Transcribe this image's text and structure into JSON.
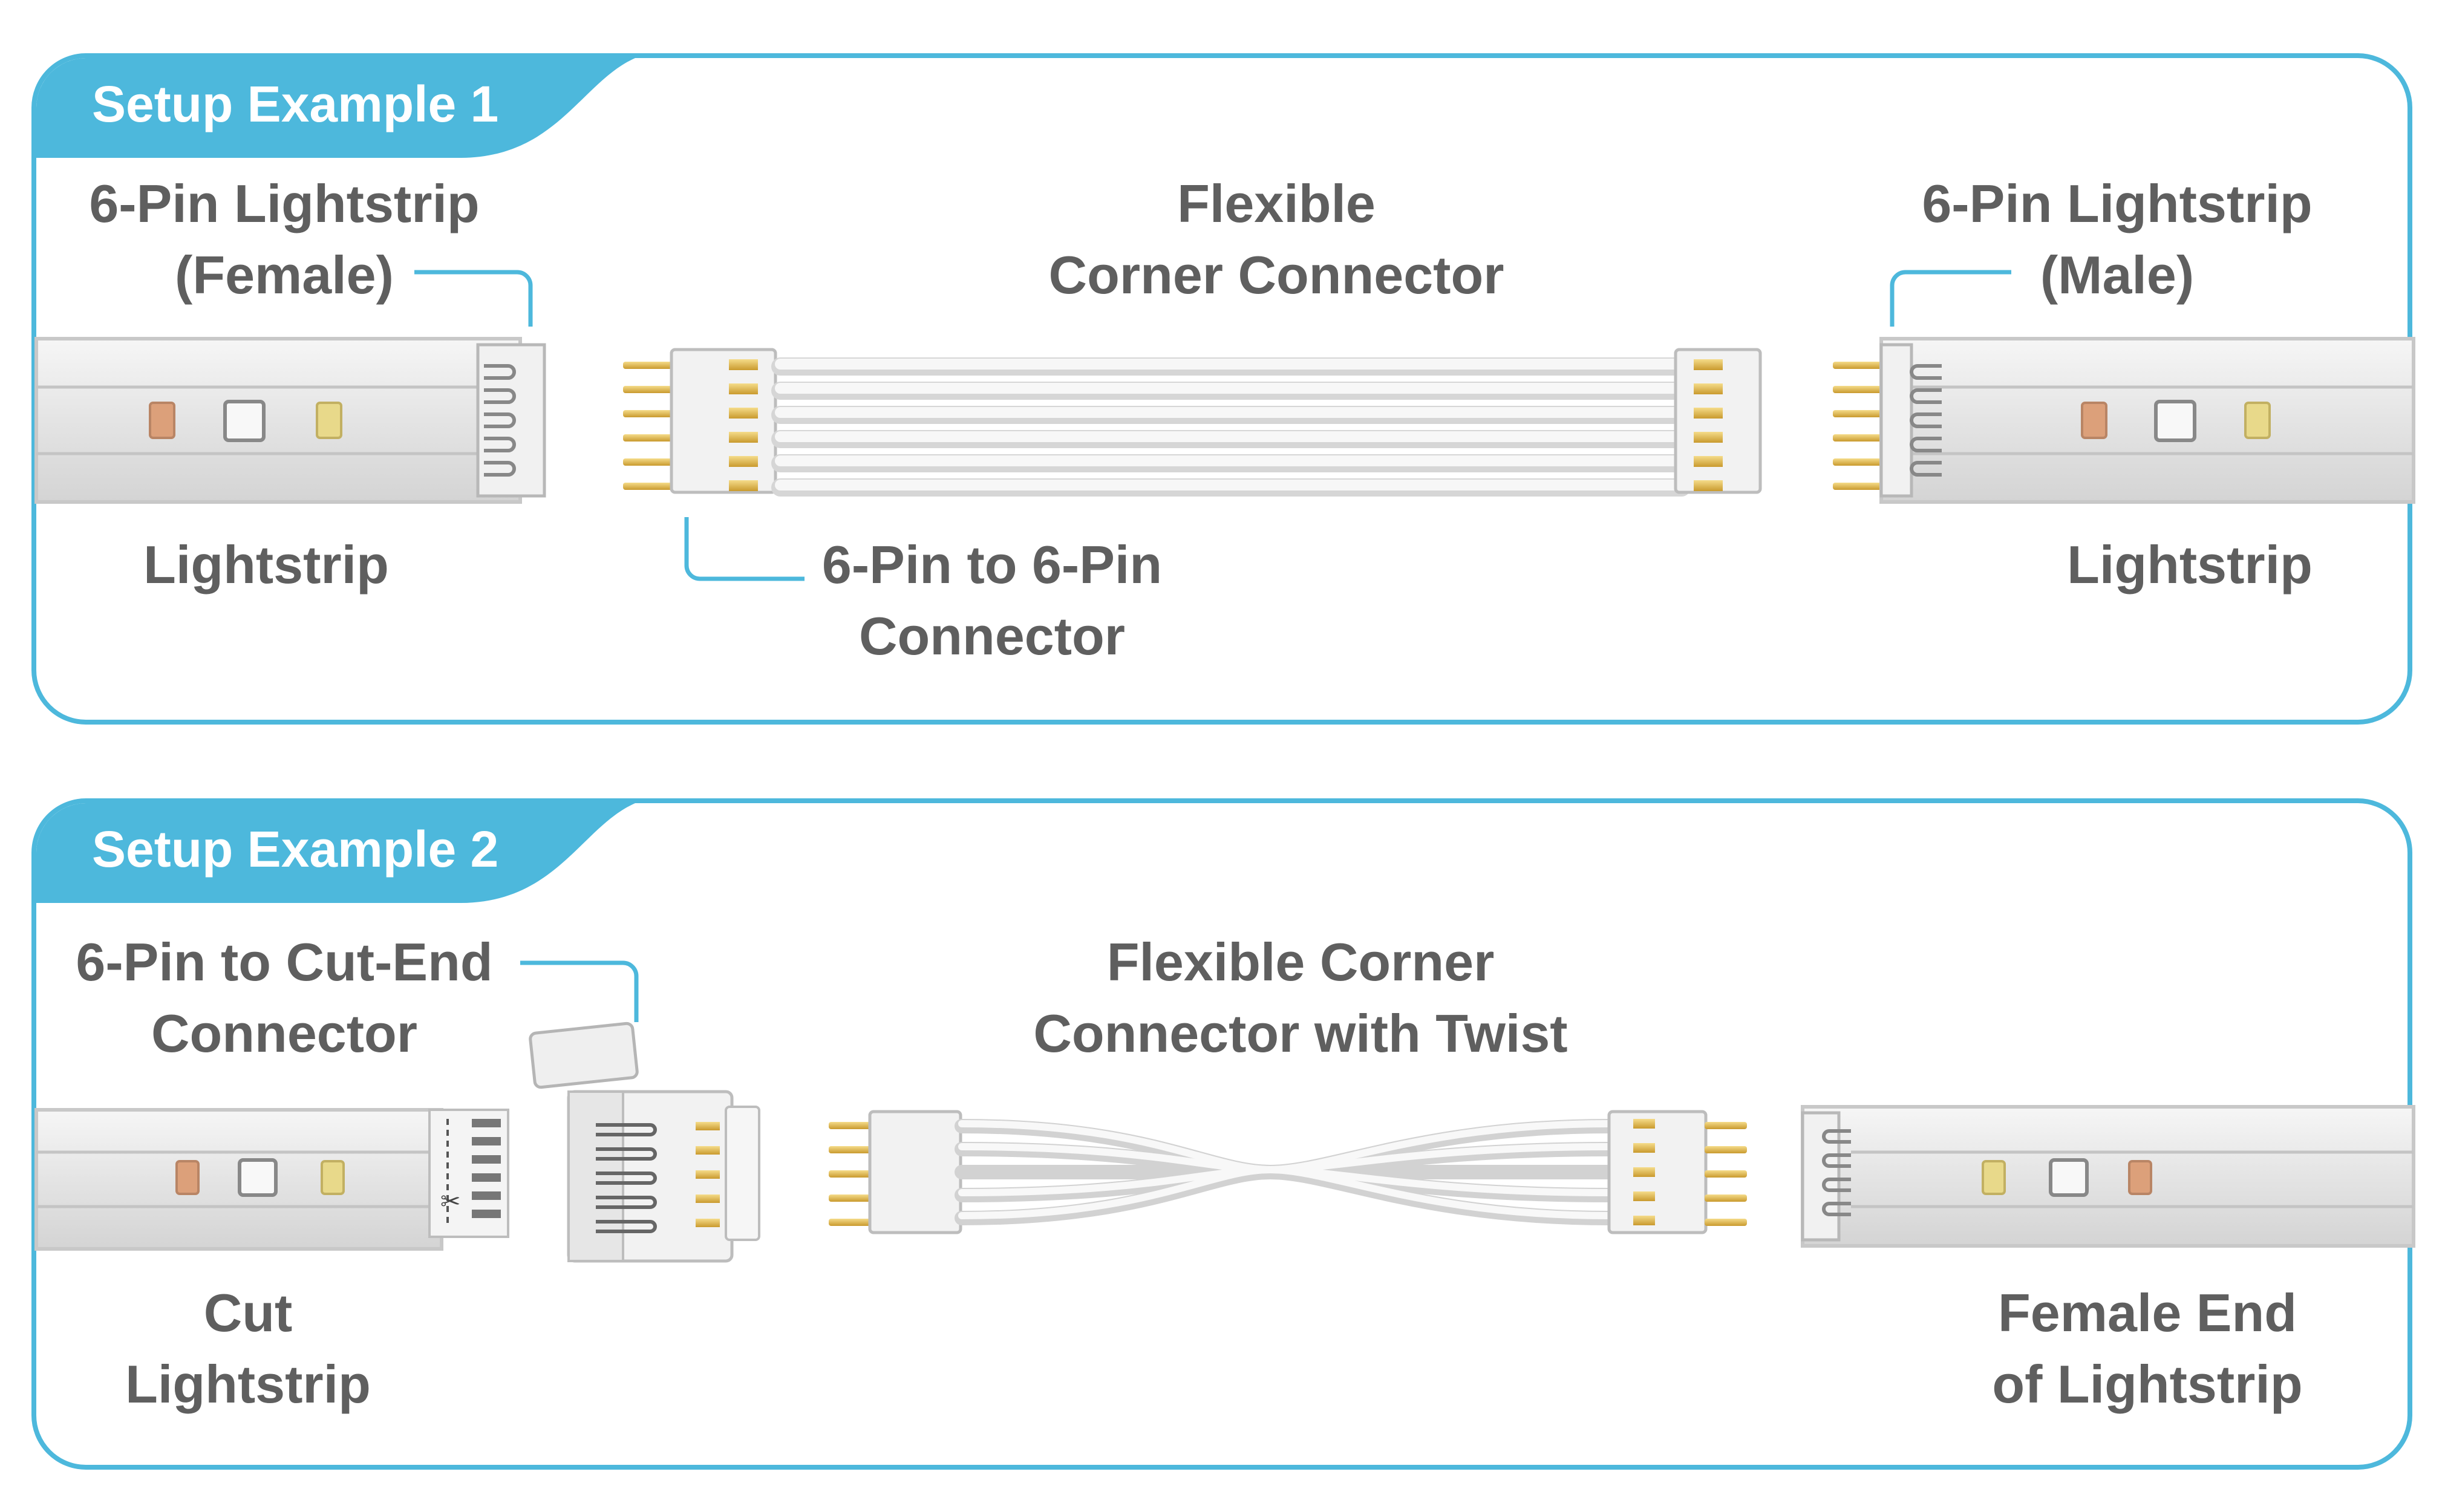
{
  "setup1": {
    "tab_label": "Setup Example 1",
    "labels": {
      "female_strip": [
        "6-Pin Lightstrip",
        "(Female)"
      ],
      "flexible_corner": [
        "Flexible",
        "Corner Connector"
      ],
      "male_strip": [
        "6-Pin Lightstrip",
        "(Male)"
      ],
      "left_lightstrip": "Lightstrip",
      "pin_connector": [
        "6-Pin to 6-Pin",
        "Connector"
      ],
      "right_lightstrip": "Lightstrip"
    }
  },
  "setup2": {
    "tab_label": "Setup Example 2",
    "labels": {
      "cut_end_connector": [
        "6-Pin to Cut-End",
        "Connector"
      ],
      "twist_connector": [
        "Flexible Corner",
        "Connector with Twist"
      ],
      "cut_lightstrip": [
        "Cut",
        "Lightstrip"
      ],
      "female_end": [
        "Female End",
        "of Lightstrip"
      ]
    }
  },
  "colors": {
    "accent": "#4db8dc",
    "label_text": "#5f5f5f",
    "strip_body": "#e8e8e8",
    "pin_gold": "#e8c35a",
    "led_orange": "#dca07a",
    "led_yellow": "#e8d98a"
  }
}
